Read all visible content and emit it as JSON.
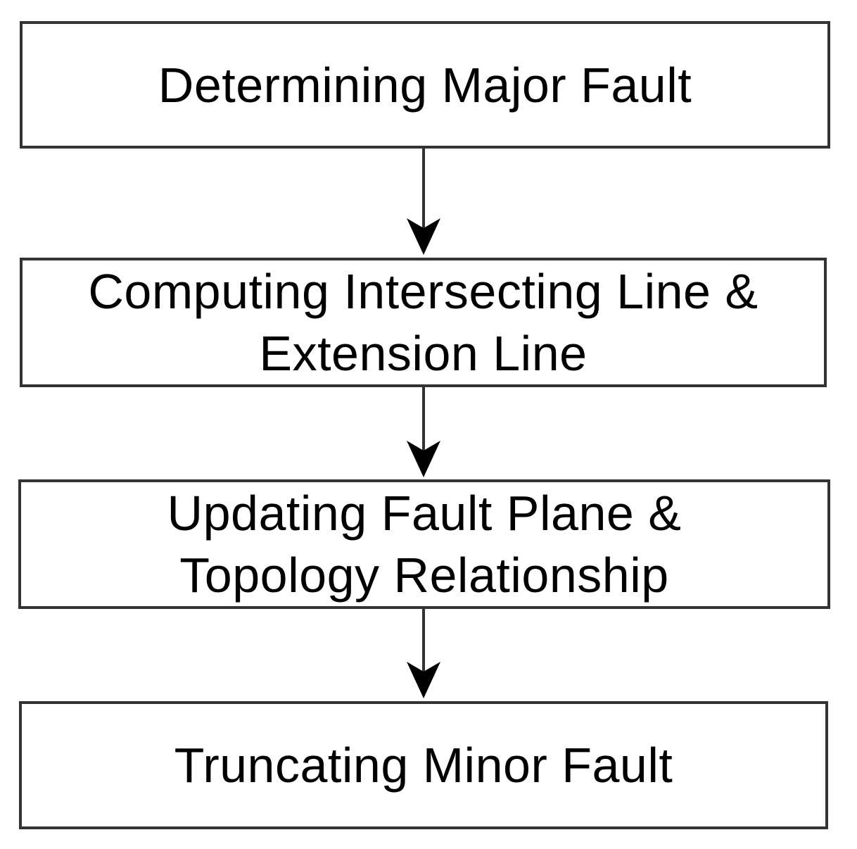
{
  "flowchart": {
    "steps": [
      {
        "label": "Determining Major Fault"
      },
      {
        "label": "Computing Intersecting Line & Extension Line"
      },
      {
        "label": "Updating Fault Plane & Topology Relationship"
      },
      {
        "label": "Truncating Minor Fault"
      }
    ],
    "colors": {
      "border": "#333333",
      "text": "#000000",
      "arrow": "#000000",
      "background": "#ffffff"
    }
  }
}
